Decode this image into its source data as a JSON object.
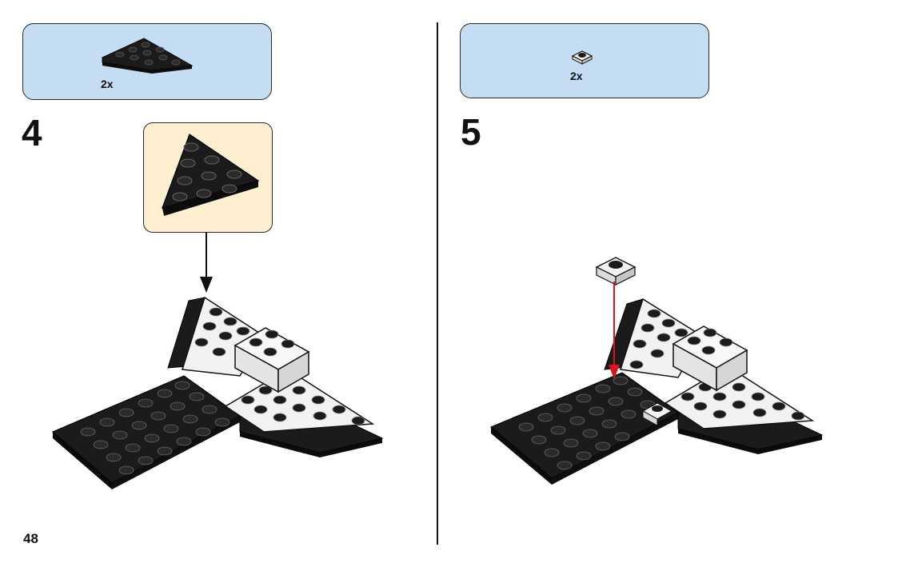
{
  "steps": [
    {
      "number": "4",
      "parts": [
        {
          "name": "wedge-plate",
          "quantity": "2x",
          "color": "#1b1b1b"
        }
      ]
    },
    {
      "number": "5",
      "parts": [
        {
          "name": "plate-1x1",
          "quantity": "2x",
          "color": "#f2f2f2"
        }
      ]
    }
  ],
  "page": {
    "number": "48"
  },
  "colors": {
    "parts_box": "#c4ddf3",
    "callout": "#fdefd0",
    "black_brick": "#1b1b1b",
    "white_brick": "#f2f2f2",
    "arrow_red": "#d8141c",
    "arrow_black": "#111111"
  }
}
